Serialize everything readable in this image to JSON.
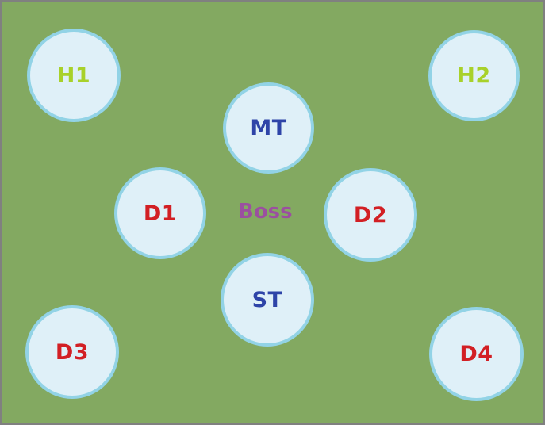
{
  "diagram": {
    "boss_label": "Boss",
    "colors": {
      "background": "#83a961",
      "border": "#808080",
      "marker_fill": "#dff0f8",
      "marker_ring": "#92d3e6",
      "healer": "#a8d12a",
      "tank": "#2e44a8",
      "dps": "#d21f24",
      "boss": "#9b4fa0"
    },
    "markers": {
      "h1": {
        "label": "H1",
        "role": "healer"
      },
      "h2": {
        "label": "H2",
        "role": "healer"
      },
      "mt": {
        "label": "MT",
        "role": "tank"
      },
      "st": {
        "label": "ST",
        "role": "tank"
      },
      "d1": {
        "label": "D1",
        "role": "dps"
      },
      "d2": {
        "label": "D2",
        "role": "dps"
      },
      "d3": {
        "label": "D3",
        "role": "dps"
      },
      "d4": {
        "label": "D4",
        "role": "dps"
      }
    }
  }
}
